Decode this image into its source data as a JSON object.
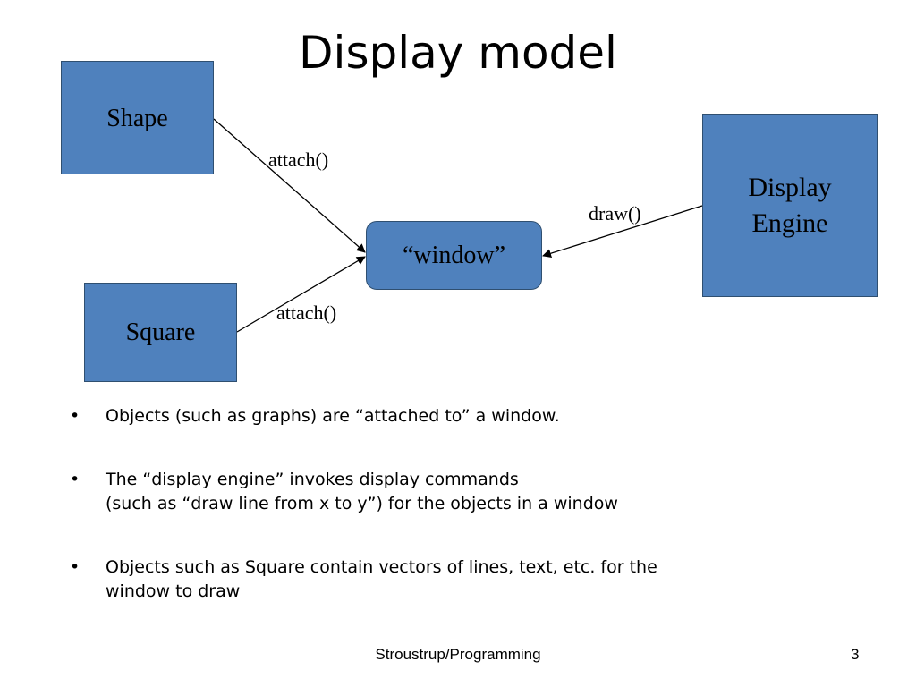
{
  "title": "Display model",
  "nodes": {
    "shape": "Shape",
    "square": "Square",
    "display_engine": [
      "Display",
      "Engine"
    ],
    "window": "“window”"
  },
  "edges": [
    {
      "from": "shape",
      "to": "window",
      "label": "attach()"
    },
    {
      "from": "square",
      "to": "window",
      "label": "attach()"
    },
    {
      "from": "display_engine",
      "to": "window",
      "label": "draw()"
    }
  ],
  "bullets": [
    [
      "Objects (such as graphs) are “attached to” a window."
    ],
    [
      "The “display engine” invokes  display commands",
      "(such as “draw line from x to y”) for the objects in a window"
    ],
    [
      "Objects such as Square contain vectors of lines, text, etc. for the",
      "window to draw"
    ]
  ],
  "footer": {
    "text": "Stroustrup/Programming",
    "page": "3"
  },
  "colors": {
    "box_fill": "#4f81bd",
    "box_border": "#2f4f70"
  }
}
